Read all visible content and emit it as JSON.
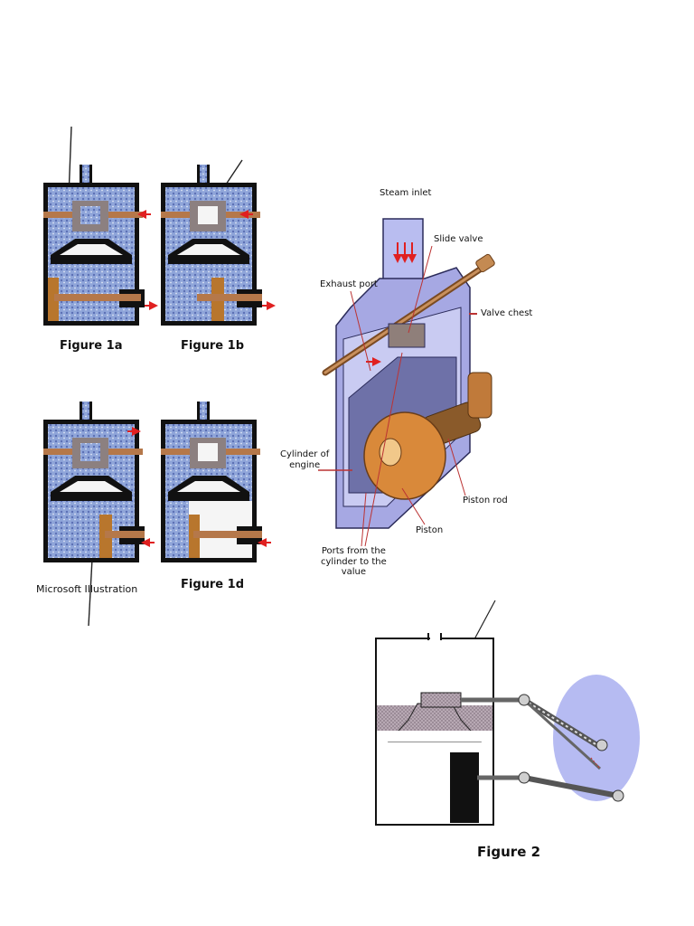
{
  "figures": {
    "fig1a": "Figure 1a",
    "fig1b": "Figure 1b",
    "fig1d": "Figure 1d",
    "fig2": "Figure 2",
    "credit": "Microsoft Illustration"
  },
  "labels": {
    "steam_inlet": "Steam inlet",
    "slide_valve": "Slide valve",
    "exhaust_port": "Exhaust port",
    "valve_chest": "Valve chest",
    "cylinder_line1": "Cylinder of",
    "cylinder_line2": "engine",
    "piston_rod": "Piston rod",
    "piston": "Piston",
    "ports_line1": "Ports from the",
    "ports_line2": "cylinder to the",
    "ports_line3": "value"
  },
  "colors": {
    "steam": "#8da3d6",
    "steam_dark": "#5f73b8",
    "casing": "#1a1a1a",
    "rod": "#b5784a",
    "valve": "#8c8080",
    "arrow": "#e02020",
    "piston_block": "#b8762d",
    "disk": "#b9bdf0"
  }
}
